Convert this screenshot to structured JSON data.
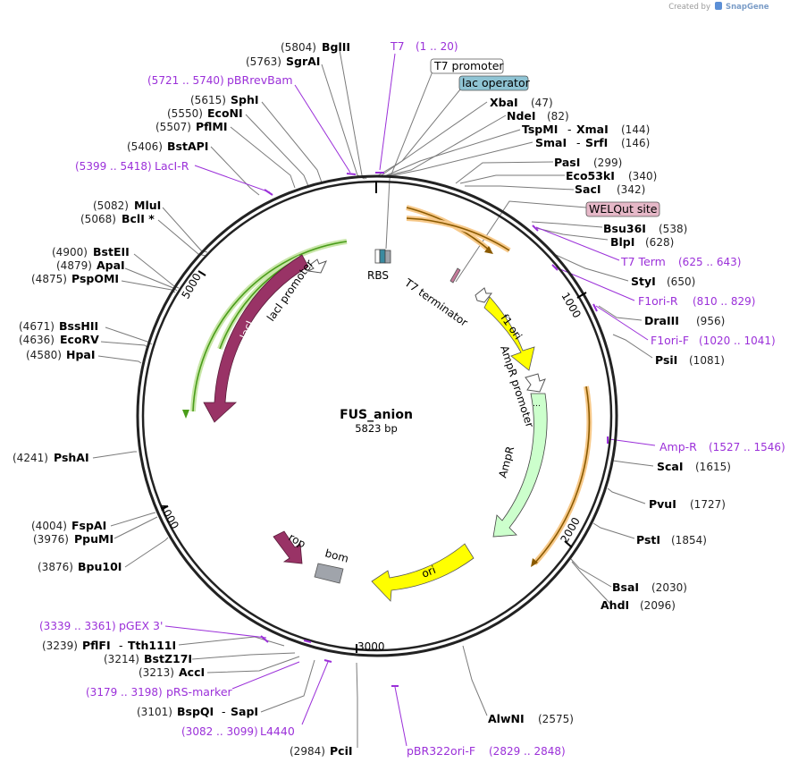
{
  "watermark": {
    "prefix": "Created by",
    "brand": "SnapGene"
  },
  "plasmid": {
    "name": "FUS_anion",
    "length_label": "5823 bp"
  },
  "ticks": [
    "1000",
    "2000",
    "3000",
    "4000",
    "5000"
  ],
  "feature_labels": {
    "rbs": "RBS",
    "t7_terminator": "T7 terminator",
    "lac_i_promoter": "lacI promoter",
    "lac_i": "lacI",
    "f1_ori": "f1 ori",
    "ampr_promoter": "AmpR promoter",
    "ampr": "AmpR",
    "ori": "ori",
    "rop": "rop",
    "bom": "bom"
  },
  "boxed_labels": {
    "t7_promoter": "T7 promoter",
    "lac_operator": "lac operator",
    "welqut_site": "WELQut site"
  },
  "sites_right": [
    {
      "name": "XbaI",
      "coord": "(47)"
    },
    {
      "name": "NdeI",
      "coord": "(82)"
    },
    {
      "name": "TspMI",
      "sep": "-",
      "name2": "XmaI",
      "coord": "(144)"
    },
    {
      "name": "SmaI",
      "sep": "-",
      "name2": "SrfI",
      "coord": "(146)"
    },
    {
      "name": "PasI",
      "coord": "(299)"
    },
    {
      "name": "Eco53kI",
      "coord": "(340)"
    },
    {
      "name": "SacI",
      "coord": "(342)"
    },
    {
      "name": "Bsu36I",
      "coord": "(538)"
    },
    {
      "name": "BlpI",
      "coord": "(628)"
    },
    {
      "name": "StyI",
      "coord": "(650)"
    },
    {
      "name": "DraIII",
      "coord": "(956)"
    },
    {
      "name": "PsiI",
      "coord": "(1081)"
    },
    {
      "name": "ScaI",
      "coord": "(1615)"
    },
    {
      "name": "PvuI",
      "coord": "(1727)"
    },
    {
      "name": "PstI",
      "coord": "(1854)"
    },
    {
      "name": "BsaI",
      "coord": "(2030)"
    },
    {
      "name": "AhdI",
      "coord": "(2096)"
    },
    {
      "name": "AlwNI",
      "coord": "(2575)"
    }
  ],
  "sites_left": [
    {
      "coord": "(5804)",
      "name": "BglII"
    },
    {
      "coord": "(5763)",
      "name": "SgrAI"
    },
    {
      "coord": "(5615)",
      "name": "SphI"
    },
    {
      "coord": "(5550)",
      "name": "EcoNI"
    },
    {
      "coord": "(5507)",
      "name": "PflMI"
    },
    {
      "coord": "(5406)",
      "name": "BstAPI"
    },
    {
      "coord": "(5082)",
      "name": "MluI"
    },
    {
      "coord": "(5068)",
      "name": "BclI *"
    },
    {
      "coord": "(4900)",
      "name": "BstEII"
    },
    {
      "coord": "(4879)",
      "name": "ApaI"
    },
    {
      "coord": "(4875)",
      "name": "PspOMI"
    },
    {
      "coord": "(4671)",
      "name": "BssHII"
    },
    {
      "coord": "(4636)",
      "name": "EcoRV"
    },
    {
      "coord": "(4580)",
      "name": "HpaI"
    },
    {
      "coord": "(4241)",
      "name": "PshAI"
    },
    {
      "coord": "(4004)",
      "name": "FspAI"
    },
    {
      "coord": "(3976)",
      "name": "PpuMI"
    },
    {
      "coord": "(3876)",
      "name": "Bpu10I"
    },
    {
      "coord": "(3239)",
      "name": "PflFI",
      "sep": "-",
      "name2": "Tth111I"
    },
    {
      "coord": "(3214)",
      "name": "BstZ17I"
    },
    {
      "coord": "(3213)",
      "name": "AccI"
    },
    {
      "coord": "(3101)",
      "name": "BspQI",
      "sep": "-",
      "name2": "SapI"
    },
    {
      "coord": "(2984)",
      "name": "PciI"
    }
  ],
  "primers": [
    {
      "name": "T7",
      "range": "(1 .. 20)"
    },
    {
      "name": "T7 Term",
      "range": "(625 .. 643)"
    },
    {
      "name": "F1ori-R",
      "range": "(810 .. 829)"
    },
    {
      "name": "F1ori-F",
      "range": "(1020 .. 1041)"
    },
    {
      "name": "Amp-R",
      "range": "(1527 .. 1546)"
    },
    {
      "name": "pBR322ori-F",
      "range": "(2829 .. 2848)"
    },
    {
      "name": "L4440",
      "range": "(3082 .. 3099)"
    },
    {
      "name": "pRS-marker",
      "range": "(3179 .. 3198)"
    },
    {
      "name": "pGEX 3'",
      "range": "(3339 .. 3361)"
    },
    {
      "name": "LacI-R",
      "range": "(5399 .. 5418)"
    },
    {
      "name": "pBRrevBam",
      "range": "(5721 .. 5740)"
    }
  ],
  "colors": {
    "lacI": "#993366",
    "rop": "#993366",
    "lacI_promoter": "#ffffff",
    "green_orf": "#4a9d1a",
    "green_orf_glow": "#c8e6a8",
    "orange_orf": "#8a5a00",
    "orange_orf_glow": "#f7c98a",
    "f1_ori": "#ffff00",
    "ori": "#ffff00",
    "ampr": "#ccffcc",
    "bom": "#a0a4ab",
    "lac_operator": "#8fc4d4",
    "welqut_site": "#e6b8c8",
    "primer": "#9b30d9",
    "backbone": "#222222"
  }
}
